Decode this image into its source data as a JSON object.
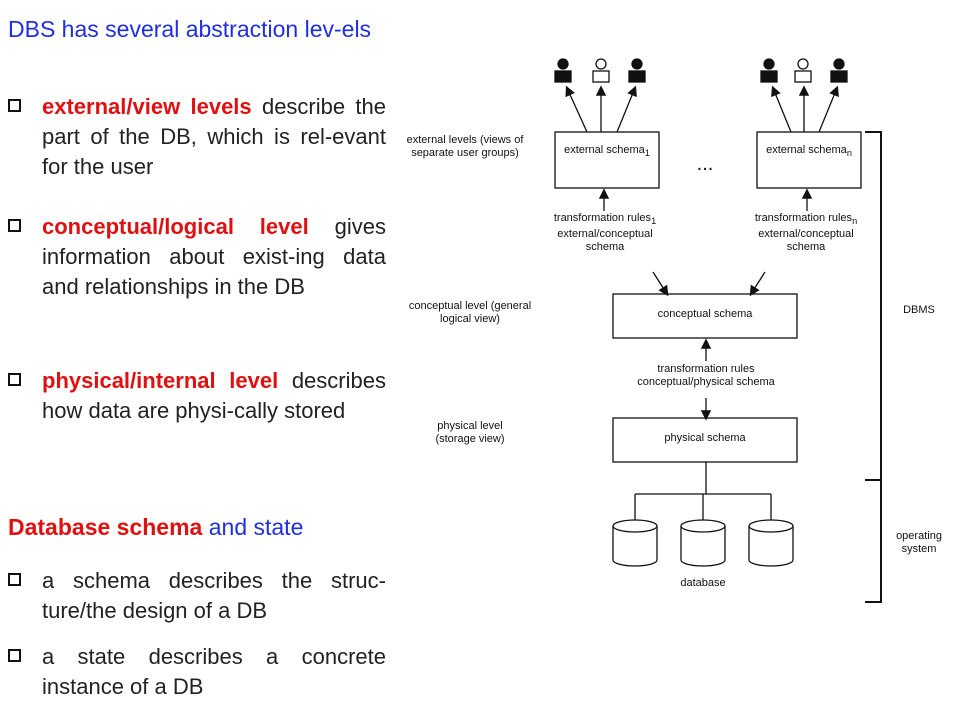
{
  "left": {
    "heading1": "DBS has several abstraction lev-els",
    "bullets": [
      {
        "highlight": "external/view levels",
        "text": " describe the part of the DB, which is rel-evant for the user"
      },
      {
        "highlight": "conceptual/logical level",
        "text": " gives information about exist-ing data and relationships in the DB"
      },
      {
        "highlight": "physical/internal level",
        "text": " describes how data are physi-cally stored"
      }
    ],
    "heading2": {
      "red": "Database schema",
      "blue": " and state"
    },
    "schema_bullets": [
      "a schema describes the struc-ture/the design of a DB",
      "a state describes a concrete instance of a DB"
    ]
  },
  "diagram": {
    "external_levels_label": "external levels (views of separate user groups)",
    "conceptual_level_label": "conceptual level (general logical view)",
    "physical_level_label": "physical level (storage view)",
    "external_schema_1": "external schema",
    "external_schema_1_sub": "1",
    "external_schema_n": "external schema",
    "external_schema_n_sub": "n",
    "ellipsis": "...",
    "transform_1": "transformation rules",
    "transform_1_sub": "1",
    "transform_1_rest": "external/conceptual schema",
    "transform_n": "transformation rules",
    "transform_n_sub": "n",
    "transform_n_rest": "external/conceptual schema",
    "conceptual_schema": "conceptual schema",
    "transform_cp": "transformation rules conceptual/physical schema",
    "physical_schema": "physical schema",
    "database": "database",
    "dbms": "DBMS",
    "operating_system": "operating system"
  }
}
